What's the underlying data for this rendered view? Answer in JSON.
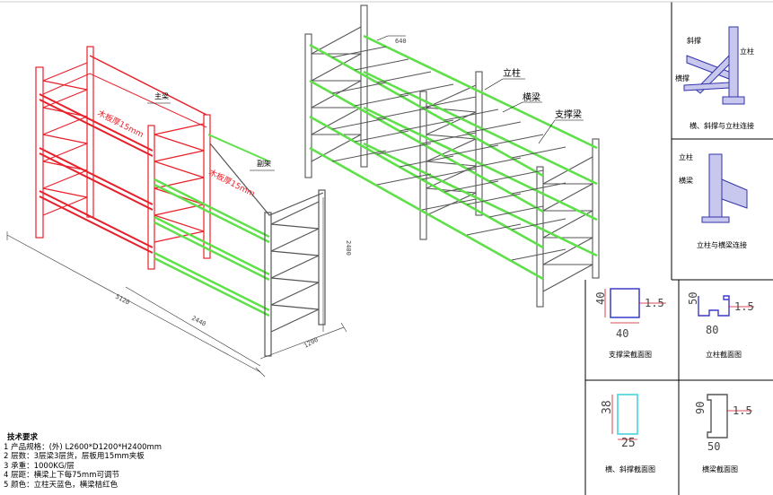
{
  "drawing": {
    "left_rack": {
      "main_beam_label": "主梁",
      "board_label_main": "木板厚15mm",
      "sub_beam_label": "副架",
      "board_label_sub": "木板厚15mm",
      "dim_height": "2400",
      "dim_total_length": "5120",
      "dim_section_length": "2440",
      "dim_depth": "1200"
    },
    "right_rack": {
      "dim_top": "640",
      "upright_label": "立柱",
      "beam_label": "横梁",
      "support_beam_label": "支撑梁"
    }
  },
  "details": {
    "brace_connection": {
      "diag_label": "斜撑",
      "upright_label": "立柱",
      "horiz_label": "横撑",
      "caption": "横、斜撑与立柱连接"
    },
    "beam_connection": {
      "upright_label": "立柱",
      "beam_label": "横梁",
      "caption": "立柱与横梁连接"
    },
    "support_beam_section": {
      "h": "40",
      "t": "1.5",
      "w": "40",
      "caption": "支撑梁截面图"
    },
    "upright_section": {
      "h": "50",
      "t": "1.5",
      "w": "80",
      "caption": "立柱截面图"
    },
    "brace_section": {
      "h": "38",
      "w": "25",
      "caption": "横、斜撑截面图"
    },
    "beam_section": {
      "h": "90",
      "t": "1.5",
      "w": "50",
      "caption": "横梁截面图"
    }
  },
  "specs": {
    "title": "技术要求",
    "lines": [
      "1 产品规格：(外) L2600*D1200*H2400mm",
      "2  层数：3层梁3层货，层板用15mm夹板",
      "3 承重：1000KG/层",
      "4  层距：横梁上下每75mm可调节",
      "5  颜色：立柱天蓝色，横梁桔红色"
    ]
  },
  "colors": {
    "red_rack": "#e8202a",
    "green_beam": "#5fe04a",
    "gray_frame": "#555555",
    "section_blue": "#3a3acc",
    "section_red": "#d01020",
    "section_cyan": "#5ad8e0"
  }
}
